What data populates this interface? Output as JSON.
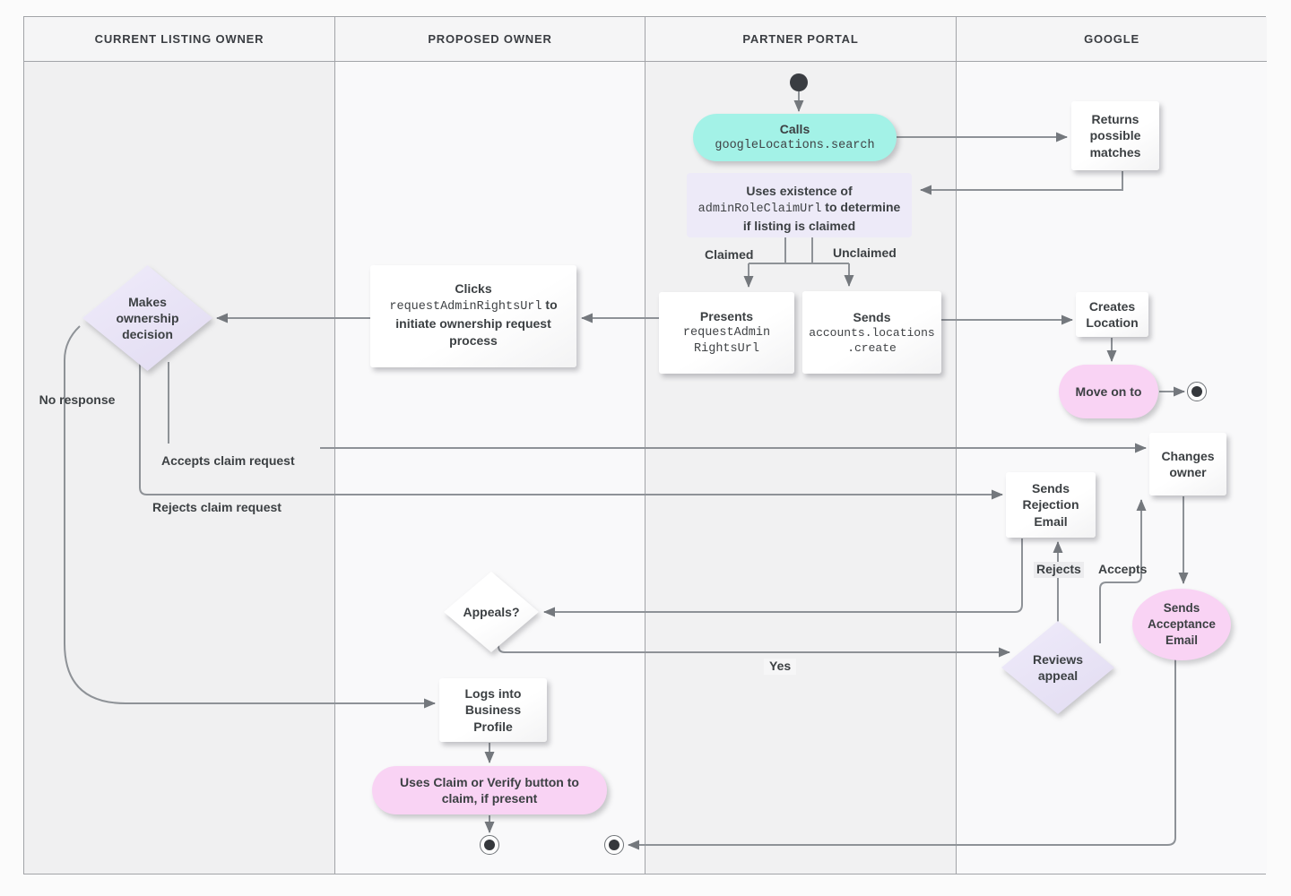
{
  "lanes": [
    {
      "label": "CURRENT LISTING OWNER"
    },
    {
      "label": "PROPOSED OWNER"
    },
    {
      "label": "PARTNER PORTAL"
    },
    {
      "label": "GOOGLE"
    }
  ],
  "nodes": {
    "calls": {
      "title": "Calls",
      "code": "googleLocations.search"
    },
    "returns": {
      "label": "Returns possible matches"
    },
    "uses": {
      "text1": "Uses existence of",
      "code": "adminRoleClaimUrl",
      "text2": "to determine if listing is claimed"
    },
    "presents": {
      "title": "Presents",
      "code_lines": [
        "requestAdmin",
        "RightsUrl"
      ]
    },
    "sends_create": {
      "title": "Sends",
      "code_lines": [
        "accounts.locations",
        ".create"
      ]
    },
    "clicks": {
      "title": "Clicks",
      "code": "requestAdminRightsUrl",
      "text2": "to initiate ownership request process"
    },
    "makes_decision": {
      "label": "Makes ownership decision"
    },
    "creates_location": {
      "label": "Creates Location"
    },
    "move_on": {
      "label": "Move on to"
    },
    "changes_owner": {
      "label": "Changes owner"
    },
    "rejection_email": {
      "label": "Sends Rejection Email"
    },
    "acceptance_email": {
      "label": "Sends Acceptance Email"
    },
    "reviews_appeal": {
      "label": "Reviews appeal"
    },
    "appeals": {
      "label": "Appeals?"
    },
    "logs_in": {
      "label": "Logs into Business Profile"
    },
    "claim_verify": {
      "label": "Uses Claim or Verify button to claim, if present"
    }
  },
  "edge_labels": {
    "claimed": "Claimed",
    "unclaimed": "Unclaimed",
    "no_response": "No response",
    "accepts_claim": "Accepts claim request",
    "rejects_claim": "Rejects claim request",
    "rejects": "Rejects",
    "accepts": "Accepts",
    "yes": "Yes"
  },
  "colors": {
    "teal": "#a3f2e7",
    "pink": "#f9d3f4",
    "lavender": "#e8e2f4",
    "line": "#8e9297",
    "text": "#3c4043"
  }
}
